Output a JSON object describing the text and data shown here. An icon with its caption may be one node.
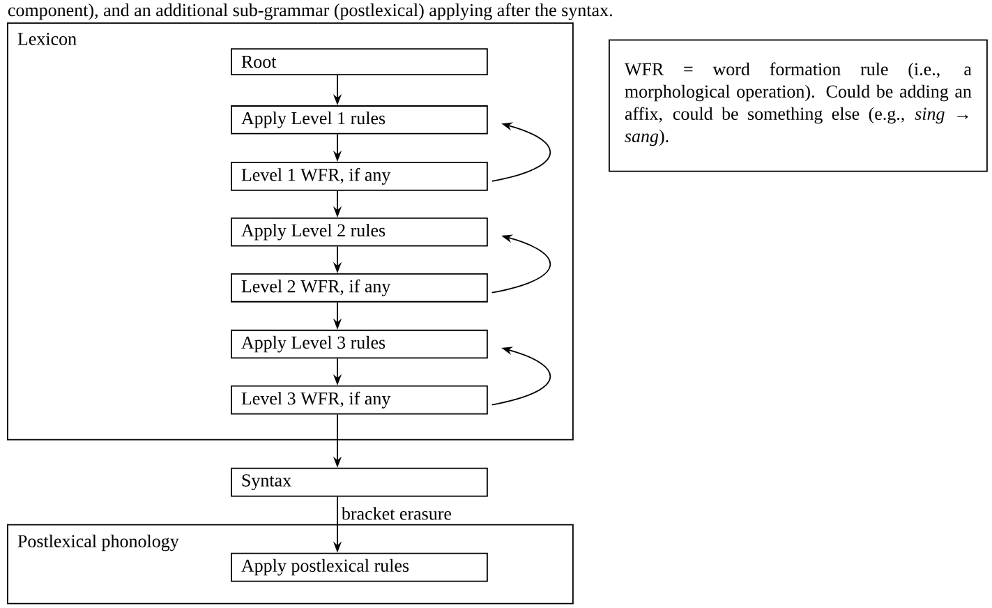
{
  "diagram": {
    "nodes": [
      {
        "text": [
          "Lexicon"
        ]
      },
      {
        "text": [
          "Root"
        ],
        "in": 0
      },
      {
        "text": [
          "Apply Level 1 rules"
        ],
        "in": 0
      },
      {
        "text": [
          "Level 1 WFR, if any"
        ],
        "in": 0
      },
      {
        "text": [
          "Apply Level 2 rules"
        ],
        "in": 0
      },
      {
        "text": [
          "Level 2 WFR, if any"
        ],
        "in": 0
      },
      {
        "text": [
          "Apply Level 3 rules"
        ],
        "in": 0
      },
      {
        "text": [
          "Level 3 WFR, if any"
        ],
        "in": 0
      },
      {
        "text": [
          "Syntax"
        ]
      },
      {
        "text": [
          "Postlexical phonology"
        ]
      },
      {
        "text": [
          "Apply postlexical rules"
        ],
        "in": 9
      },
      {
        "text": [
          "WFR = word formation rule (i.e., a morphological operation). Could be adding an affix, could be something else (e.g., *sing* → *sang*)."
        ]
      }
    ],
    "edges": [
      {
        "from": 1,
        "to": 2,
        "arrow": "to"
      },
      {
        "from": 2,
        "to": 3,
        "arrow": "to"
      },
      {
        "from": 3,
        "to": 2,
        "arrow": "to"
      },
      {
        "from": 3,
        "to": 4,
        "arrow": "to"
      },
      {
        "from": 4,
        "to": 5,
        "arrow": "to"
      },
      {
        "from": 5,
        "to": 4,
        "arrow": "to"
      },
      {
        "from": 5,
        "to": 6,
        "arrow": "to"
      },
      {
        "from": 6,
        "to": 7,
        "arrow": "to"
      },
      {
        "from": 7,
        "to": 6,
        "arrow": "to"
      },
      {
        "from": 7,
        "to": 8,
        "arrow": "to"
      },
      {
        "from": 8,
        "to": 10,
        "label": "bracket erasure",
        "arrow": "to"
      }
    ],
    "labels": [
      "component), and an additional sub-grammar (postlexical) applying after the syntax."
    ]
  }
}
